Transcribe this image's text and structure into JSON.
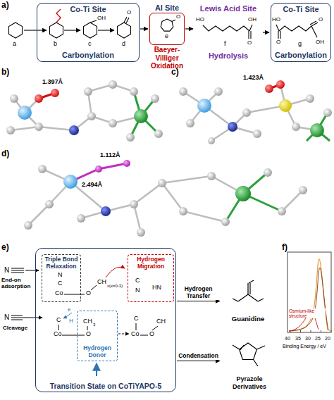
{
  "diagram": {
    "nodes": [
      {
        "text": [
          "Co-Ti Site",
          "Carbonylation"
        ]
      },
      {
        "text": [
          "Al Site",
          "Baeyer-Villiger Oxidation"
        ]
      },
      {
        "text": [
          "Lewis Acid Site",
          "Hydrolysis"
        ]
      },
      {
        "text": [
          "Co-Ti Site",
          "Carbonylation"
        ]
      },
      {
        "text": [
          "Transition State on CoTiYAPO-5"
        ]
      },
      {
        "text": [
          "Triple Bond Relaxation"
        ],
        "in": 4
      },
      {
        "text": [
          "Hydrogen Migration"
        ],
        "in": 4
      },
      {
        "text": [
          "Hydrogen Donor"
        ],
        "in": 4
      },
      {
        "text": [
          "Guanidine"
        ]
      },
      {
        "text": [
          "Pyrazole Derivatives"
        ]
      }
    ],
    "edges": [
      {
        "from": 0,
        "to": 1,
        "arrow": "to"
      },
      {
        "from": 1,
        "to": 2,
        "arrow": "to"
      },
      {
        "from": 2,
        "to": 3,
        "arrow": "to"
      },
      {
        "from": 4,
        "to": 8,
        "label": "Hydrogen Transfer",
        "arrow": "to"
      },
      {
        "from": 4,
        "to": 9,
        "label": "Condensation",
        "arrow": "to"
      }
    ],
    "labels": [
      "a)",
      "a",
      "b",
      "c",
      "d",
      "e",
      "f",
      "g",
      "OH",
      "O",
      "O",
      "HO",
      "OH",
      "O",
      "HO",
      "O",
      "OH",
      "O",
      "b)",
      "1.397Å",
      "c)",
      "1.423Å",
      "d)",
      "2.494Å",
      "1.112Å",
      "e)",
      "N",
      "End-on adsorption",
      "N",
      "Cleavage",
      "N",
      "C",
      "Co",
      "O",
      "CH",
      "x(x=0-3)",
      "C",
      "N",
      "HN",
      "e",
      "H",
      "C",
      "Co",
      "CH",
      "3",
      "O",
      "C",
      "Co",
      "O",
      "CH",
      "f)",
      "40",
      "35",
      "30",
      "25",
      "20",
      "Binding Energy / eV",
      "Osmium-like structure"
    ]
  }
}
